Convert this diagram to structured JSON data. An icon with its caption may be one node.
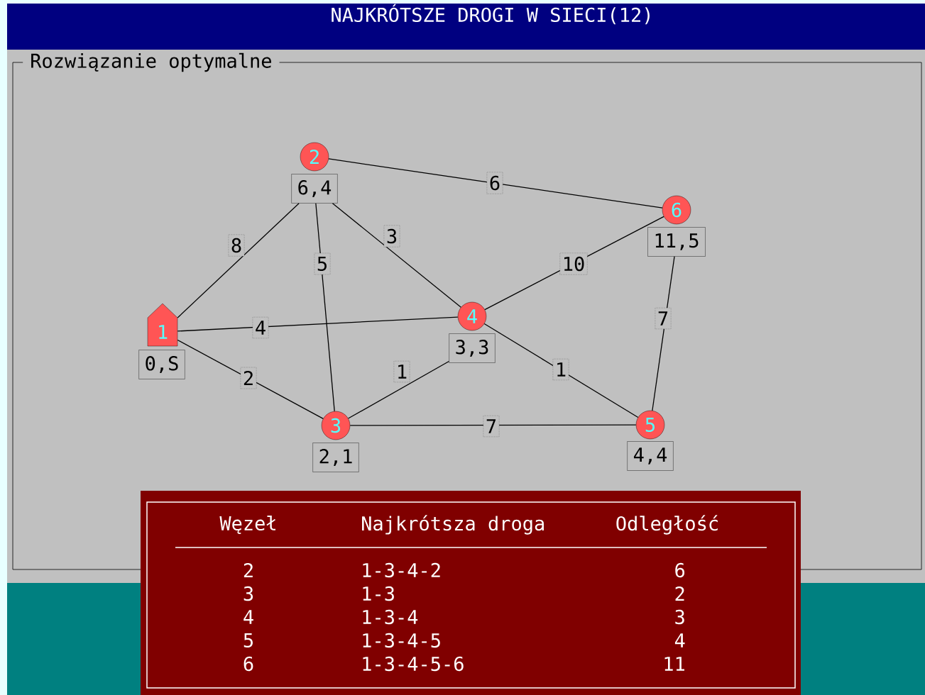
{
  "diagram": {
    "title": "NAJKRÓTSZE DROGI W SIECI(12)",
    "nodes": [
      {
        "text": [
          "Rozwiązanie optymalne"
        ]
      },
      {
        "text": [
          "1",
          "0,S"
        ],
        "in": 0
      },
      {
        "text": [
          "2",
          "6,4"
        ],
        "in": 0
      },
      {
        "text": [
          "3",
          "2,1"
        ],
        "in": 0
      },
      {
        "text": [
          "4",
          "3,3"
        ],
        "in": 0
      },
      {
        "text": [
          "5",
          "4,4"
        ],
        "in": 0
      },
      {
        "text": [
          "6",
          "11,5"
        ],
        "in": 0
      }
    ],
    "edges": [
      {
        "from": 1,
        "to": 2,
        "arrow": "none",
        "label": "8"
      },
      {
        "from": 1,
        "to": 4,
        "arrow": "none",
        "label": "4"
      },
      {
        "from": 1,
        "to": 3,
        "arrow": "none",
        "label": "2"
      },
      {
        "from": 2,
        "to": 3,
        "arrow": "none",
        "label": "5"
      },
      {
        "from": 2,
        "to": 4,
        "arrow": "none",
        "label": "3"
      },
      {
        "from": 2,
        "to": 6,
        "arrow": "none",
        "label": "6"
      },
      {
        "from": 3,
        "to": 4,
        "arrow": "none",
        "label": "1"
      },
      {
        "from": 3,
        "to": 5,
        "arrow": "none",
        "label": "7"
      },
      {
        "from": 4,
        "to": 6,
        "arrow": "none",
        "label": "10"
      },
      {
        "from": 4,
        "to": 5,
        "arrow": "none",
        "label": "1"
      },
      {
        "from": 6,
        "to": 5,
        "arrow": "none",
        "label": "7"
      }
    ],
    "labels": [
      "Węzeł",
      "Najkrótsza droga",
      "Odległość",
      "2",
      "1-3-4-2",
      "6",
      "3",
      "1-3",
      "2",
      "4",
      "1-3-4",
      "3",
      "5",
      "1-3-4-5",
      "4",
      "6",
      "1-3-4-5-6",
      "11"
    ]
  }
}
